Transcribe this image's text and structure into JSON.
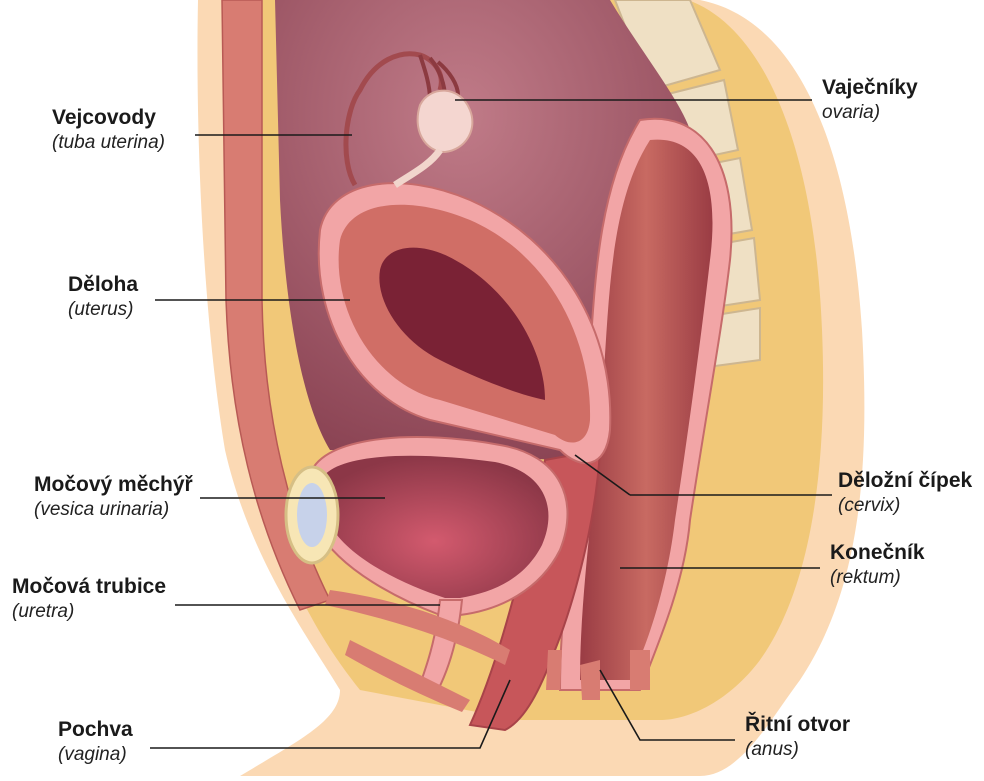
{
  "labels": {
    "fallopian": {
      "name": "Vejcovody",
      "latin": "(tuba uterina)"
    },
    "uterus": {
      "name": "Děloha",
      "latin": "(uterus)"
    },
    "bladder": {
      "name": "Močový měchýř",
      "latin": "(vesica urinaria)"
    },
    "urethra": {
      "name": "Močová trubice",
      "latin": "(uretra)"
    },
    "vagina": {
      "name": "Pochva",
      "latin": "(vagina)"
    },
    "ovary": {
      "name": "Vaječníky",
      "latin": "ovaria)"
    },
    "cervix": {
      "name": "Děložní čípek",
      "latin": "(cervix)"
    },
    "rectum": {
      "name": "Konečník",
      "latin": "(rektum)"
    },
    "anus": {
      "name": "Řitní otvor",
      "latin": "(anus)"
    }
  },
  "colors": {
    "skin": "#fbd9b4",
    "fat": "#f1c878",
    "muscle": "#d06e66",
    "cavity": "#8d4455",
    "pink": "#f2a5a6",
    "leader": "#1a1a1a"
  }
}
